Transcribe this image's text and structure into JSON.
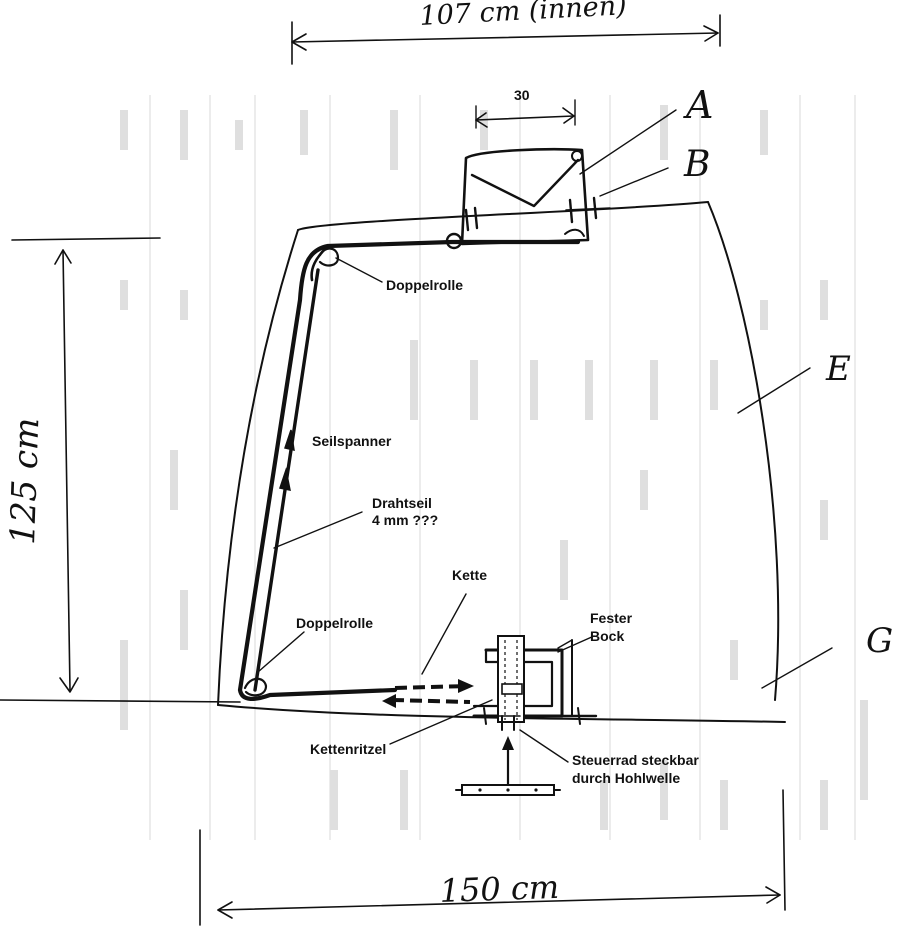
{
  "dimensions": {
    "top_width": "107 cm (innen)",
    "height": "125 cm",
    "bottom_width": "150 cm",
    "box_width": "30"
  },
  "letters": {
    "a": "A",
    "b": "B",
    "e": "E",
    "g": "G"
  },
  "labels": {
    "pulley_top": "Doppelrolle",
    "tensioner": "Seilspanner",
    "wire_line1": "Drahtseil",
    "wire_line2": "4 mm ???",
    "chain": "Kette",
    "pulley_bottom": "Doppelrolle",
    "fixed_block_line1": "Fester",
    "fixed_block_line2": "Bock",
    "sprocket": "Kettenritzel",
    "wheel_line1": "Steuerrad steckbar",
    "wheel_line2": "durch Hohlwelle"
  },
  "colors": {
    "ink": "#111111",
    "faint_print": "#c4c4c4"
  }
}
